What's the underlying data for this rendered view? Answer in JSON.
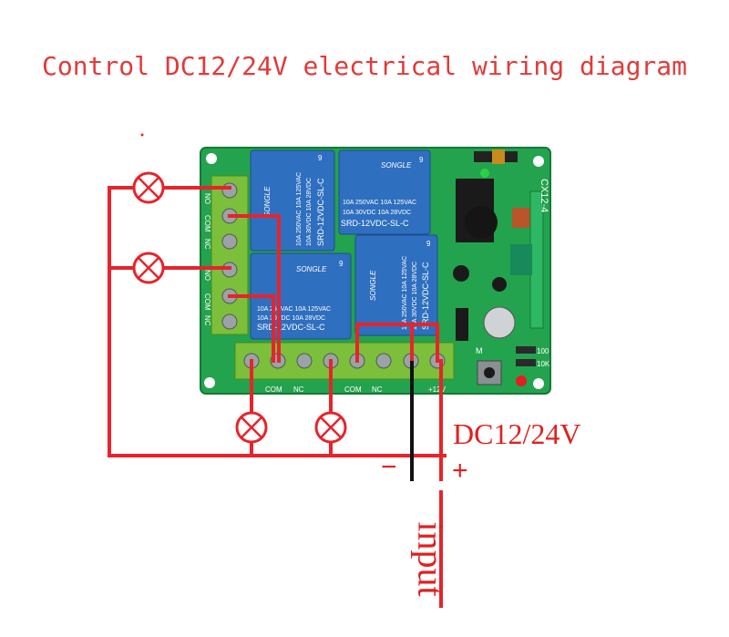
{
  "title": "Control DC12/24V electrical wiring diagram",
  "power": {
    "voltage_label": "DC12/24V",
    "negative_sign": "−",
    "positive_sign": "+",
    "input_label": "input"
  },
  "board": {
    "model": "CX12-4",
    "relay": {
      "brand": "SONGLE",
      "model": "SRD-12VDC-SL-C",
      "rating_1": "10A 250VAC  10A 125VAC",
      "rating_2": "10A 30VDC   10A 28VDC",
      "count_marker": "9"
    },
    "left_terminal_labels": [
      "NO",
      "COM",
      "NC",
      "NO",
      "COM",
      "NC"
    ],
    "bottom_terminal_labels": [
      "COM",
      "NC",
      "COM",
      "NC",
      "+12V"
    ],
    "resistor_labels": [
      "100",
      "10K"
    ],
    "pcb_mark": "M"
  },
  "colors": {
    "wire": "#e8232a",
    "ground_wire": "#111111",
    "pcb": "#1fa04a",
    "relay": "#2f6fc0",
    "terminal": "#7bbf3a"
  }
}
